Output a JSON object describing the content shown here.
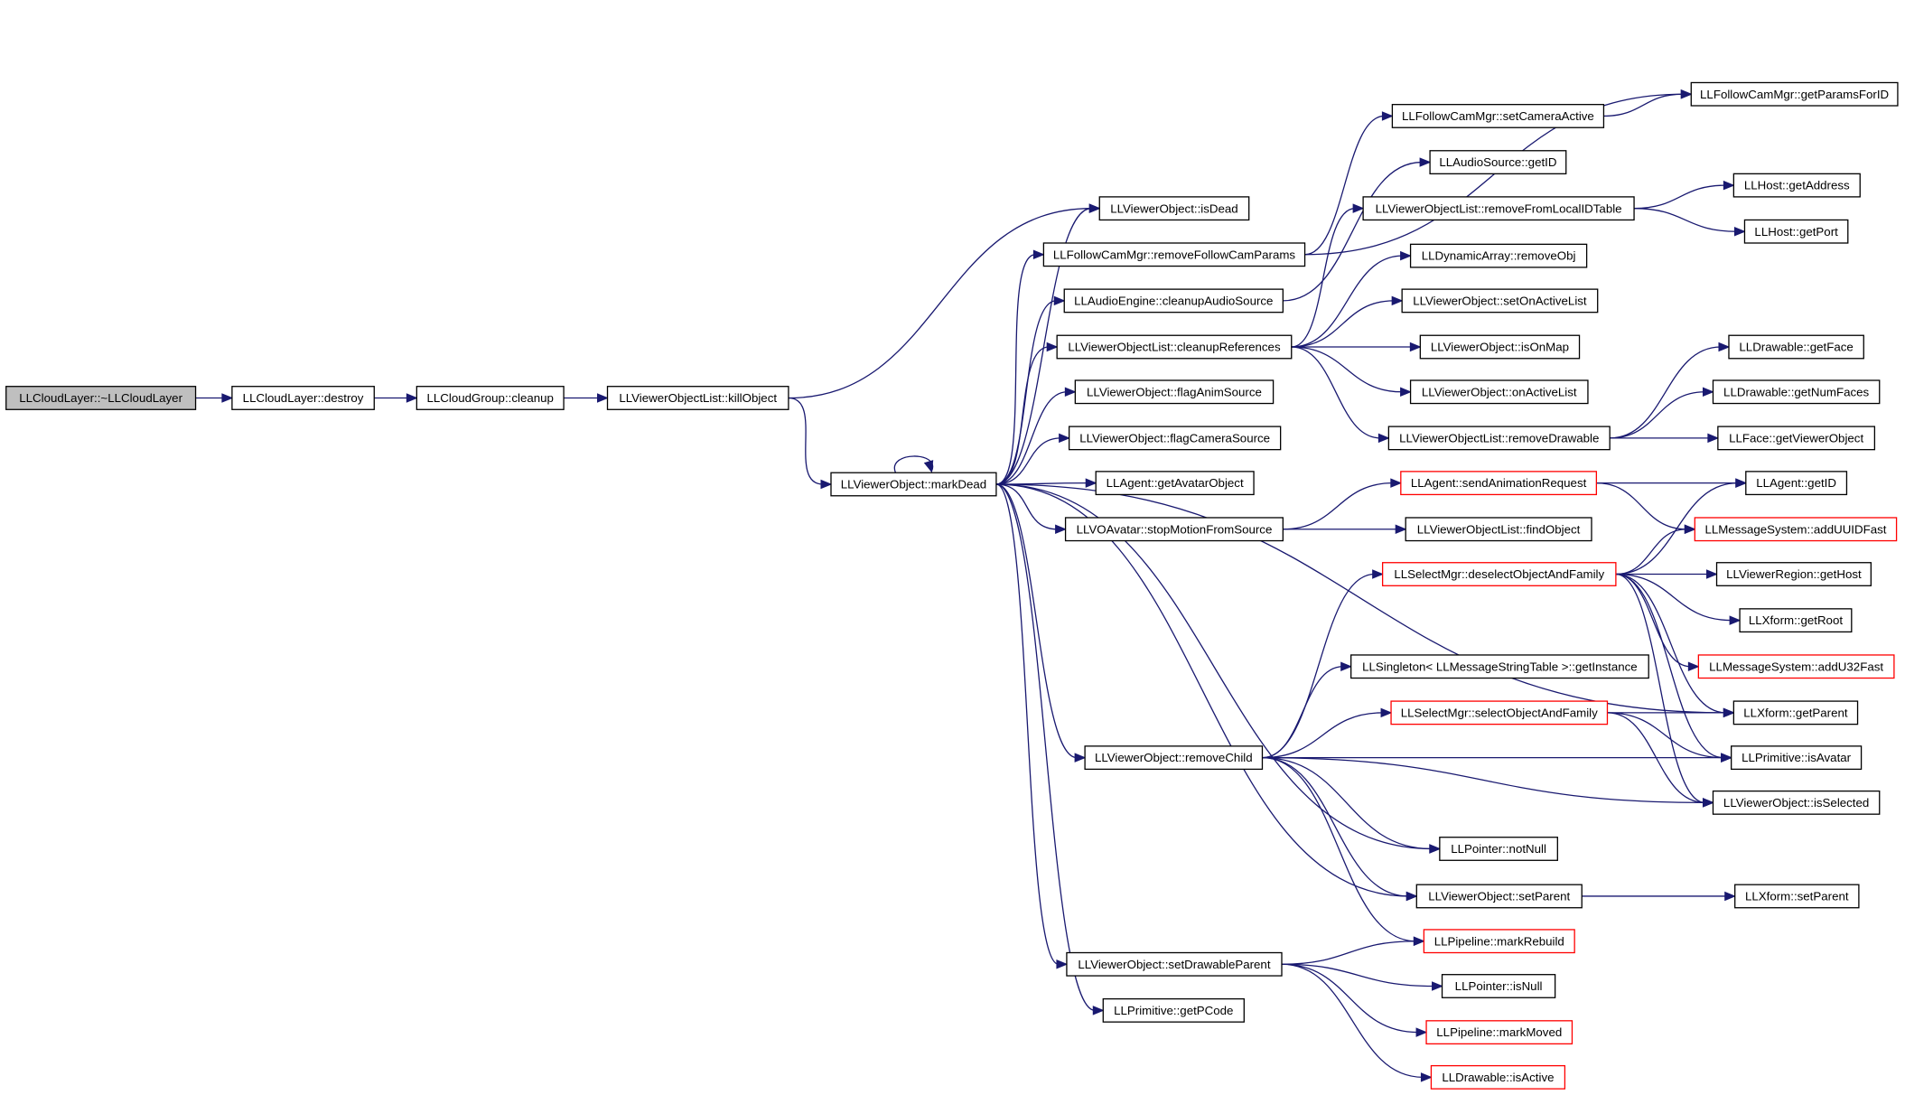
{
  "diagram": {
    "nodes": [
      {
        "id": "root",
        "label": "LLCloudLayer::~LLCloudLayer",
        "style": "root"
      },
      {
        "id": "destroy",
        "label": "LLCloudLayer::destroy",
        "style": "normal"
      },
      {
        "id": "cleanup",
        "label": "LLCloudGroup::cleanup",
        "style": "normal"
      },
      {
        "id": "killObject",
        "label": "LLViewerObjectList::killObject",
        "style": "normal"
      },
      {
        "id": "markDead",
        "label": "LLViewerObject::markDead",
        "style": "normal"
      },
      {
        "id": "isDead",
        "label": "LLViewerObject::isDead",
        "style": "normal"
      },
      {
        "id": "removeFollowCamParams",
        "label": "LLFollowCamMgr::removeFollowCamParams",
        "style": "normal"
      },
      {
        "id": "cleanupAudioSource",
        "label": "LLAudioEngine::cleanupAudioSource",
        "style": "normal"
      },
      {
        "id": "cleanupReferences",
        "label": "LLViewerObjectList::cleanupReferences",
        "style": "normal"
      },
      {
        "id": "flagAnimSource",
        "label": "LLViewerObject::flagAnimSource",
        "style": "normal"
      },
      {
        "id": "flagCameraSource",
        "label": "LLViewerObject::flagCameraSource",
        "style": "normal"
      },
      {
        "id": "getAvatarObject",
        "label": "LLAgent::getAvatarObject",
        "style": "normal"
      },
      {
        "id": "stopMotionFromSource",
        "label": "LLVOAvatar::stopMotionFromSource",
        "style": "normal"
      },
      {
        "id": "removeChild",
        "label": "LLViewerObject::removeChild",
        "style": "normal"
      },
      {
        "id": "setDrawableParent",
        "label": "LLViewerObject::setDrawableParent",
        "style": "normal"
      },
      {
        "id": "getPCode",
        "label": "LLPrimitive::getPCode",
        "style": "normal"
      },
      {
        "id": "setCameraActive",
        "label": "LLFollowCamMgr::setCameraActive",
        "style": "normal"
      },
      {
        "id": "audioGetID",
        "label": "LLAudioSource::getID",
        "style": "normal"
      },
      {
        "id": "removeFromLocalIDTable",
        "label": "LLViewerObjectList::removeFromLocalIDTable",
        "style": "normal"
      },
      {
        "id": "removeObj",
        "label": "LLDynamicArray::removeObj",
        "style": "normal"
      },
      {
        "id": "setOnActiveList",
        "label": "LLViewerObject::setOnActiveList",
        "style": "normal"
      },
      {
        "id": "isOnMap",
        "label": "LLViewerObject::isOnMap",
        "style": "normal"
      },
      {
        "id": "onActiveList",
        "label": "LLViewerObject::onActiveList",
        "style": "normal"
      },
      {
        "id": "removeDrawable",
        "label": "LLViewerObjectList::removeDrawable",
        "style": "normal"
      },
      {
        "id": "sendAnimationRequest",
        "label": "LLAgent::sendAnimationRequest",
        "style": "truncated"
      },
      {
        "id": "findObject",
        "label": "LLViewerObjectList::findObject",
        "style": "normal"
      },
      {
        "id": "deselectObjectAndFamily",
        "label": "LLSelectMgr::deselectObjectAndFamily",
        "style": "truncated"
      },
      {
        "id": "getInstance",
        "label": "LLSingleton< LLMessageStringTable >::getInstance",
        "style": "normal"
      },
      {
        "id": "selectObjectAndFamily",
        "label": "LLSelectMgr::selectObjectAndFamily",
        "style": "truncated"
      },
      {
        "id": "notNull",
        "label": "LLPointer::notNull",
        "style": "normal"
      },
      {
        "id": "setParent",
        "label": "LLViewerObject::setParent",
        "style": "normal"
      },
      {
        "id": "markRebuild",
        "label": "LLPipeline::markRebuild",
        "style": "truncated"
      },
      {
        "id": "isNull",
        "label": "LLPointer::isNull",
        "style": "normal"
      },
      {
        "id": "markMoved",
        "label": "LLPipeline::markMoved",
        "style": "truncated"
      },
      {
        "id": "isActive",
        "label": "LLDrawable::isActive",
        "style": "truncated"
      },
      {
        "id": "getParamsForID",
        "label": "LLFollowCamMgr::getParamsForID",
        "style": "normal"
      },
      {
        "id": "getAddress",
        "label": "LLHost::getAddress",
        "style": "normal"
      },
      {
        "id": "getPort",
        "label": "LLHost::getPort",
        "style": "normal"
      },
      {
        "id": "getFace",
        "label": "LLDrawable::getFace",
        "style": "normal"
      },
      {
        "id": "getNumFaces",
        "label": "LLDrawable::getNumFaces",
        "style": "normal"
      },
      {
        "id": "getViewerObject",
        "label": "LLFace::getViewerObject",
        "style": "normal"
      },
      {
        "id": "agentGetID",
        "label": "LLAgent::getID",
        "style": "normal"
      },
      {
        "id": "addUUIDFast",
        "label": "LLMessageSystem::addUUIDFast",
        "style": "truncated"
      },
      {
        "id": "getHost",
        "label": "LLViewerRegion::getHost",
        "style": "normal"
      },
      {
        "id": "getRoot",
        "label": "LLXform::getRoot",
        "style": "normal"
      },
      {
        "id": "addU32Fast",
        "label": "LLMessageSystem::addU32Fast",
        "style": "truncated"
      },
      {
        "id": "xformGetParent",
        "label": "LLXform::getParent",
        "style": "normal"
      },
      {
        "id": "isAvatar",
        "label": "LLPrimitive::isAvatar",
        "style": "normal"
      },
      {
        "id": "isSelected",
        "label": "LLViewerObject::isSelected",
        "style": "normal"
      },
      {
        "id": "xformSetParent",
        "label": "LLXform::setParent",
        "style": "normal"
      }
    ],
    "edges": [
      [
        "root",
        "destroy"
      ],
      [
        "destroy",
        "cleanup"
      ],
      [
        "cleanup",
        "killObject"
      ],
      [
        "killObject",
        "isDead"
      ],
      [
        "killObject",
        "markDead"
      ],
      [
        "markDead",
        "markDead"
      ],
      [
        "markDead",
        "isDead"
      ],
      [
        "markDead",
        "removeFollowCamParams"
      ],
      [
        "markDead",
        "cleanupAudioSource"
      ],
      [
        "markDead",
        "cleanupReferences"
      ],
      [
        "markDead",
        "flagAnimSource"
      ],
      [
        "markDead",
        "flagCameraSource"
      ],
      [
        "markDead",
        "getAvatarObject"
      ],
      [
        "markDead",
        "stopMotionFromSource"
      ],
      [
        "markDead",
        "removeChild"
      ],
      [
        "markDead",
        "setDrawableParent"
      ],
      [
        "markDead",
        "getPCode"
      ],
      [
        "markDead",
        "notNull"
      ],
      [
        "markDead",
        "setParent"
      ],
      [
        "markDead",
        "xformGetParent"
      ],
      [
        "removeFollowCamParams",
        "getParamsForID"
      ],
      [
        "removeFollowCamParams",
        "setCameraActive"
      ],
      [
        "setCameraActive",
        "getParamsForID"
      ],
      [
        "cleanupAudioSource",
        "audioGetID"
      ],
      [
        "cleanupReferences",
        "removeFromLocalIDTable"
      ],
      [
        "cleanupReferences",
        "removeObj"
      ],
      [
        "cleanupReferences",
        "setOnActiveList"
      ],
      [
        "cleanupReferences",
        "isOnMap"
      ],
      [
        "cleanupReferences",
        "onActiveList"
      ],
      [
        "cleanupReferences",
        "removeDrawable"
      ],
      [
        "removeFromLocalIDTable",
        "getAddress"
      ],
      [
        "removeFromLocalIDTable",
        "getPort"
      ],
      [
        "removeDrawable",
        "getFace"
      ],
      [
        "removeDrawable",
        "getNumFaces"
      ],
      [
        "removeDrawable",
        "getViewerObject"
      ],
      [
        "stopMotionFromSource",
        "sendAnimationRequest"
      ],
      [
        "stopMotionFromSource",
        "findObject"
      ],
      [
        "sendAnimationRequest",
        "agentGetID"
      ],
      [
        "sendAnimationRequest",
        "addUUIDFast"
      ],
      [
        "deselectObjectAndFamily",
        "agentGetID"
      ],
      [
        "deselectObjectAndFamily",
        "addUUIDFast"
      ],
      [
        "deselectObjectAndFamily",
        "getHost"
      ],
      [
        "deselectObjectAndFamily",
        "getRoot"
      ],
      [
        "deselectObjectAndFamily",
        "addU32Fast"
      ],
      [
        "deselectObjectAndFamily",
        "xformGetParent"
      ],
      [
        "deselectObjectAndFamily",
        "isAvatar"
      ],
      [
        "deselectObjectAndFamily",
        "isSelected"
      ],
      [
        "removeChild",
        "deselectObjectAndFamily"
      ],
      [
        "removeChild",
        "getInstance"
      ],
      [
        "removeChild",
        "selectObjectAndFamily"
      ],
      [
        "removeChild",
        "isAvatar"
      ],
      [
        "removeChild",
        "isSelected"
      ],
      [
        "removeChild",
        "notNull"
      ],
      [
        "removeChild",
        "setParent"
      ],
      [
        "removeChild",
        "markRebuild"
      ],
      [
        "selectObjectAndFamily",
        "xformGetParent"
      ],
      [
        "selectObjectAndFamily",
        "isAvatar"
      ],
      [
        "selectObjectAndFamily",
        "isSelected"
      ],
      [
        "setParent",
        "xformSetParent"
      ],
      [
        "setDrawableParent",
        "markRebuild"
      ],
      [
        "setDrawableParent",
        "isNull"
      ],
      [
        "setDrawableParent",
        "markMoved"
      ],
      [
        "setDrawableParent",
        "isActive"
      ]
    ]
  },
  "colors": {
    "edge": "#191970",
    "node_border": "#000000",
    "truncated_border": "#ff0000",
    "root_fill": "#bfbfbf",
    "background": "#ffffff"
  }
}
